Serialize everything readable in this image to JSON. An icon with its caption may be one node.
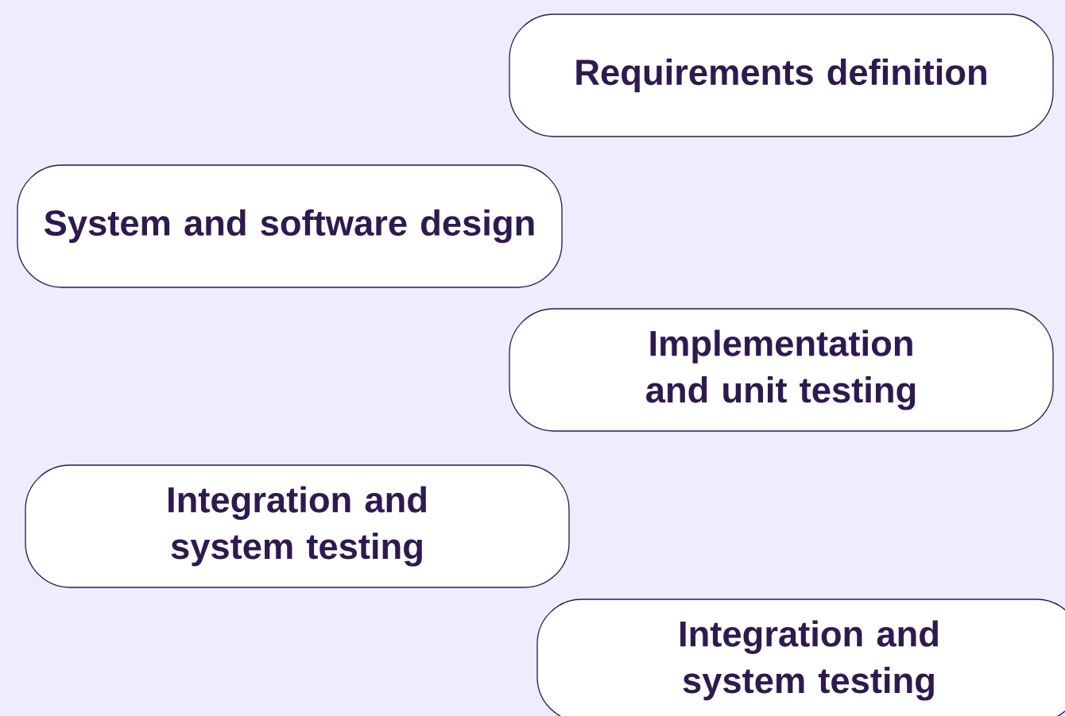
{
  "diagram": {
    "nodes": [
      {
        "text": [
          "Requirements definition"
        ]
      },
      {
        "text": [
          "System and software design"
        ]
      },
      {
        "text": [
          "Implementation and unit testing"
        ]
      },
      {
        "text": [
          "Integration and system testing"
        ]
      },
      {
        "text": [
          "Integration and system testing"
        ]
      }
    ]
  }
}
